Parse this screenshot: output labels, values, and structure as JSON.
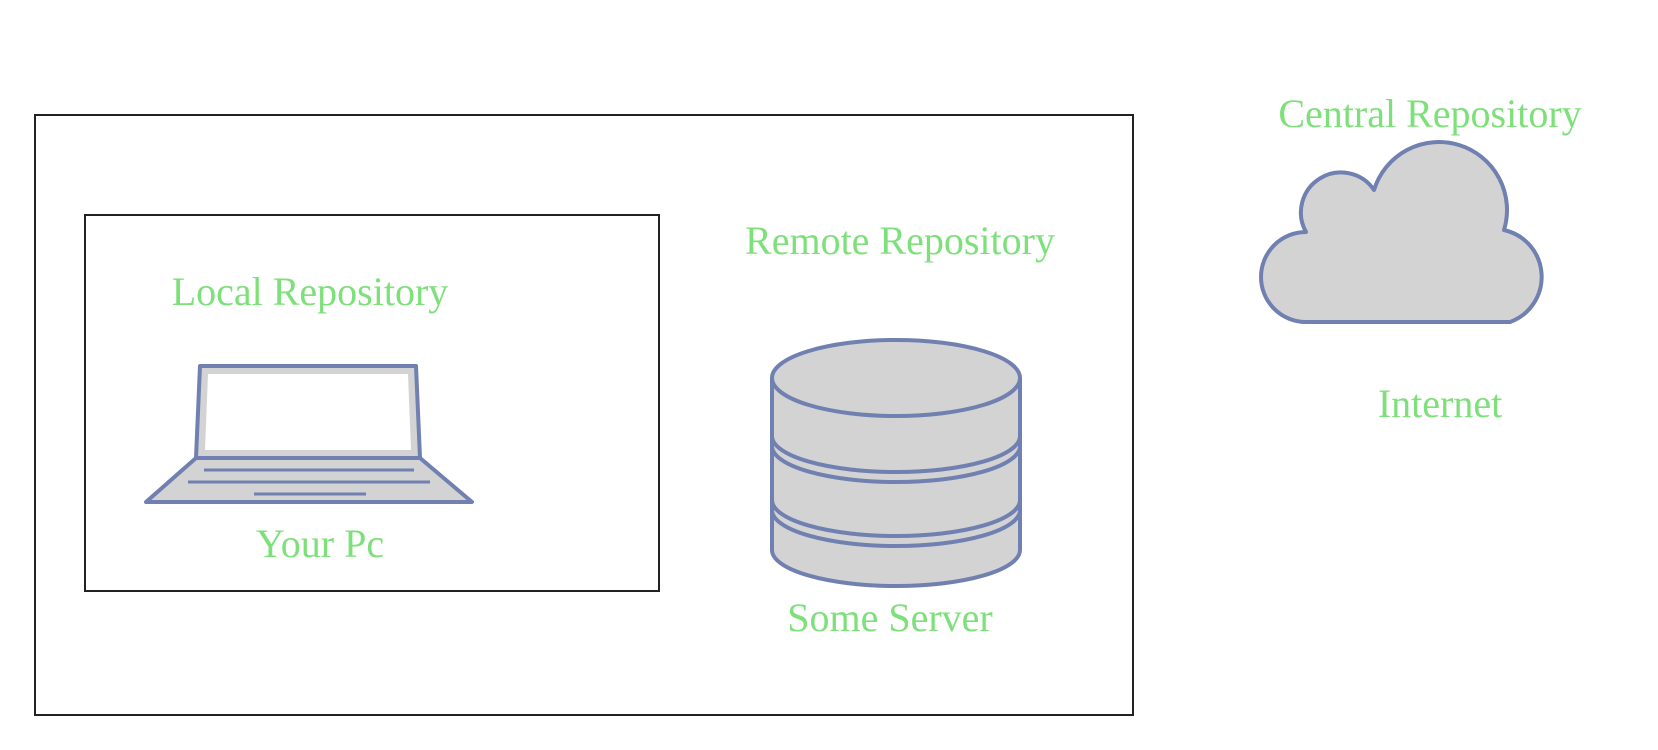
{
  "colors": {
    "label_green": "#7ee07a",
    "icon_fill": "#d3d3d3",
    "icon_stroke": "#7080b0",
    "screen_fill": "#ffffff",
    "box_border": "#222222"
  },
  "labels": {
    "local_repository": "Local Repository",
    "your_pc": "Your Pc",
    "remote_repository": "Remote Repository",
    "some_server": "Some Server",
    "central_repository": "Central Repository",
    "internet": "Internet"
  },
  "icons": {
    "laptop": "laptop-icon",
    "database": "database-icon",
    "cloud": "cloud-icon"
  }
}
